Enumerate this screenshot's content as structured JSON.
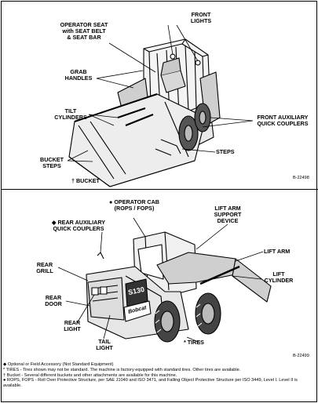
{
  "top_figure": {
    "labels": {
      "operator_seat": [
        "OPERATOR SEAT",
        "with SEAT BELT",
        "& SEAT BAR"
      ],
      "front_lights": [
        "FRONT",
        "LIGHTS"
      ],
      "grab_handles": [
        "GRAB",
        "HANDLES"
      ],
      "tilt_cylinders": [
        "TILT",
        "CYLINDERS"
      ],
      "front_aux": [
        "FRONT AUXILIARY",
        "QUICK COUPLERS"
      ],
      "steps": "STEPS",
      "bucket_steps": [
        "BUCKET",
        "STEPS"
      ],
      "bucket": "†  BUCKET"
    },
    "figure_id": "B-22498"
  },
  "bottom_figure": {
    "labels": {
      "operator_cab": [
        "● OPERATOR CAB",
        "(ROPS / FOPS)"
      ],
      "lift_arm_support": [
        "LIFT ARM",
        "SUPPORT",
        "DEVICE"
      ],
      "rear_aux": [
        "◆ REAR AUXILIARY",
        "QUICK COUPLERS"
      ],
      "lift_arm": "LIFT ARM",
      "rear_grill": [
        "REAR",
        "GRILL"
      ],
      "lift_cylinder": [
        "LIFT",
        "CYLINDER"
      ],
      "rear_door": [
        "REAR",
        "DOOR"
      ],
      "rear_light": [
        "REAR",
        "LIGHT"
      ],
      "tail_light": [
        "TAIL",
        "LIGHT"
      ],
      "tires": "* TIRES"
    },
    "machine_badge": "S130",
    "brand": "Bobcat",
    "figure_id": "B-22499"
  },
  "notes": [
    "◆   Optional or Field Accessory (Not Standard Equipment)",
    "*   TIRES - Tires shown may not be standard. The machine is factory equipped with standard tires. Other tires are available.",
    "†   Bucket - Several different buckets and other attachments are available for this machine.",
    "●  ROPS, FOPS - Roll Over Protective Structure, per SAE J1040 and ISO 3471, and Falling Object Protective Structure per ISO 3449, Level I. Level II is available."
  ]
}
